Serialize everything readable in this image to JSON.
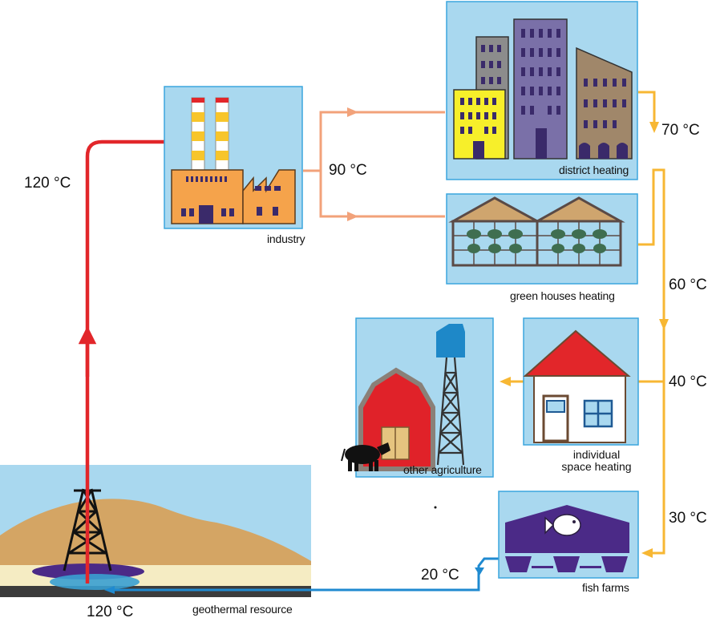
{
  "labels": {
    "industry": "industry",
    "district_heating": "district heating",
    "green_houses": "green houses heating",
    "individual_line1": "individual",
    "individual_line2": "space heating",
    "other_agriculture": "other agriculture",
    "fish_farms": "fish farms",
    "geothermal_resource": "geothermal resource"
  },
  "temperatures": {
    "source_riser": "120 °C",
    "source_bottom": "120 °C",
    "industry_out": "90 °C",
    "district_out": "70 °C",
    "greenhouse_out": "60 °C",
    "individual_out": "40 °C",
    "fish_in": "30 °C",
    "return": "20 °C"
  },
  "colors": {
    "panel_bg": "#a9d8ef",
    "panel_border": "#3ba6dd",
    "hot_pipe": "#e2262a",
    "industry_pipe": "#f2a27a",
    "warm_pipe": "#f7b733",
    "return_pipe": "#1f8ad0"
  }
}
